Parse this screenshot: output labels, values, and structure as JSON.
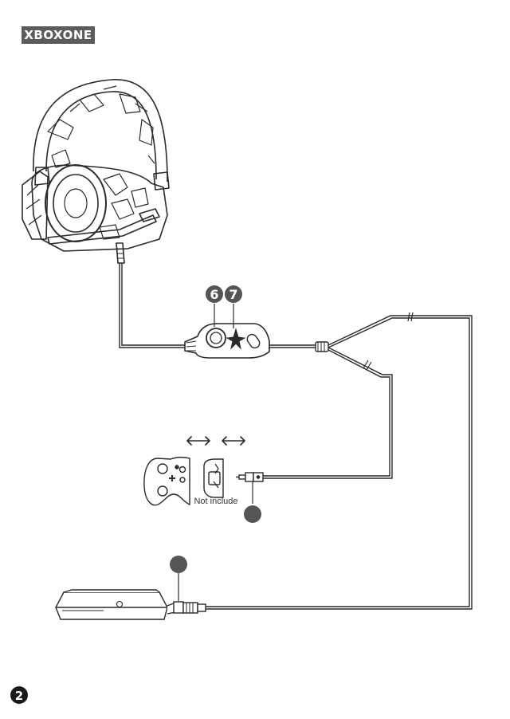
{
  "header": {
    "platform_label": "XBOXONE"
  },
  "callouts": {
    "volume_knob_number": "6",
    "mic_switch_number": "7"
  },
  "adapter_note": "Not include",
  "page": {
    "number": "2"
  },
  "colors": {
    "line": "#2a2a2a",
    "badge": "#5c5c5c",
    "callout_fill": "#555555"
  }
}
